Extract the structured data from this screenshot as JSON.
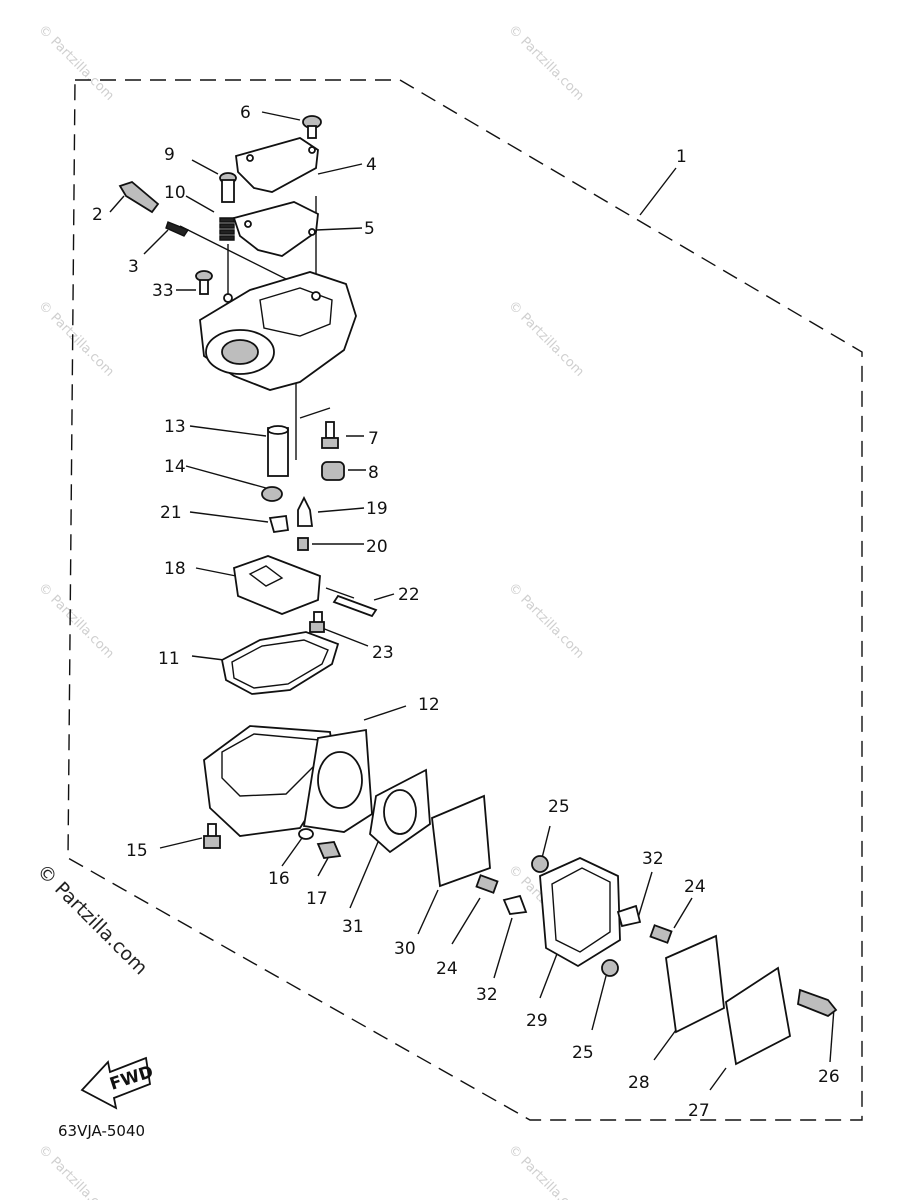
{
  "diagram": {
    "part_code": "63VJA-5040",
    "fwd_label": "FWD",
    "watermark_text": "© Partzilla.com",
    "callouts": [
      "1",
      "2",
      "3",
      "4",
      "5",
      "6",
      "7",
      "8",
      "9",
      "10",
      "11",
      "12",
      "13",
      "14",
      "15",
      "16",
      "17",
      "18",
      "19",
      "20",
      "21",
      "22",
      "23",
      "24",
      "24",
      "25",
      "25",
      "26",
      "27",
      "28",
      "29",
      "30",
      "31",
      "32",
      "32",
      "33"
    ]
  }
}
